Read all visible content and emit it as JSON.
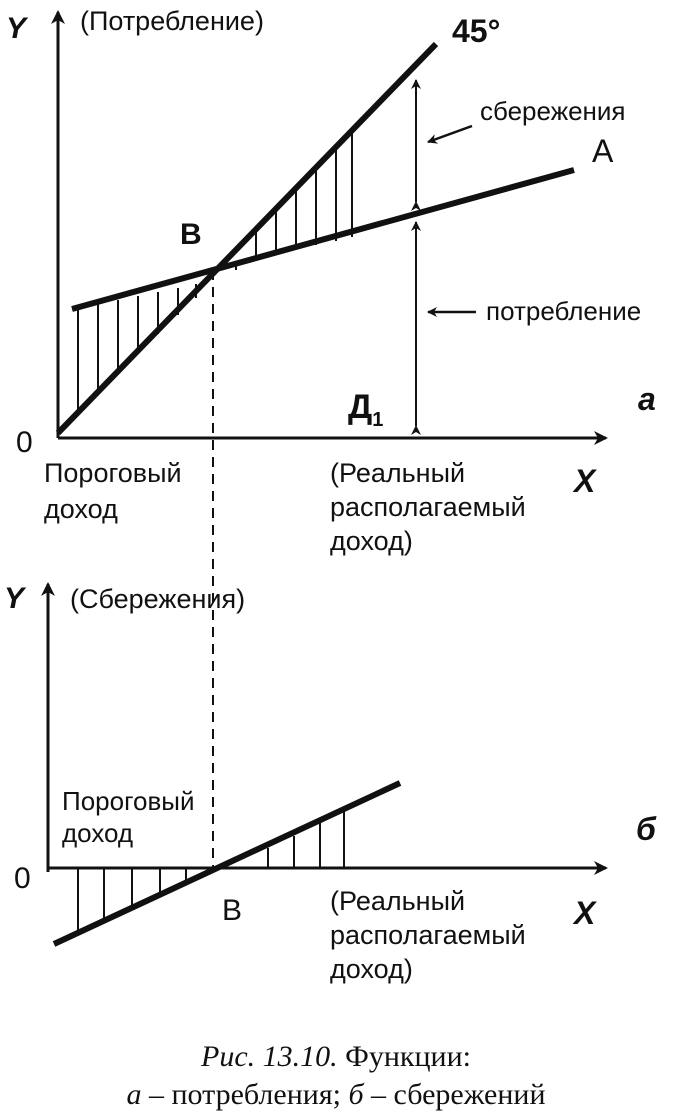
{
  "panel_a": {
    "y_axis": "Y",
    "y_axis_caption": "(Потребление)",
    "x_axis": "X",
    "origin": "0",
    "angle_label": "45°",
    "line_a_label": "A",
    "point_b_label": "B",
    "savings_label": "сбережения",
    "consumption_label": "потребление",
    "d1_label": "Д",
    "d1_subscript": "1",
    "threshold_line1": "Пороговый",
    "threshold_line2": "доход",
    "real_income_line1": "(Реальный",
    "real_income_line2": "располагаемый",
    "real_income_line3": "доход)",
    "panel_letter": "a"
  },
  "panel_b": {
    "y_axis": "Y",
    "y_axis_caption": "(Сбережения)",
    "x_axis": "X",
    "origin": "0",
    "point_b_label": "B",
    "threshold_line1": "Пороговый",
    "threshold_line2": "доход",
    "real_income_line1": "(Реальный",
    "real_income_line2": "располагаемый",
    "real_income_line3": "доход)",
    "panel_letter": "б"
  },
  "caption": {
    "prefix": "Рис. 13.10.",
    "title": " Функции:",
    "line2_a": "а",
    "line2_a_text": " – потребления; ",
    "line2_b": "б",
    "line2_b_text": " – сбережений"
  }
}
